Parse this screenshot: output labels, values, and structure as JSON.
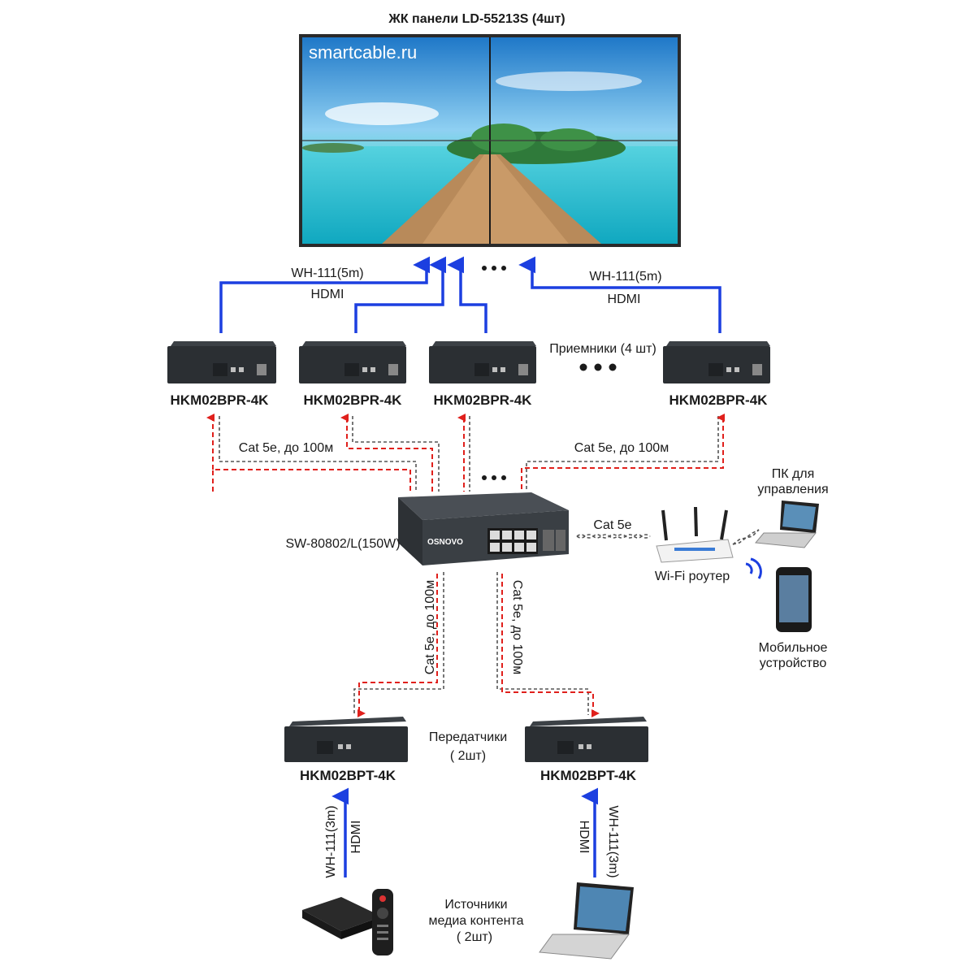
{
  "title": "ЖК панели LD-55213S (4шт)",
  "brand": "smartcable.ru",
  "top_links": {
    "left_cable": "WH-111(5m)",
    "left_signal": "HDMI",
    "right_cable": "WH-111(5m)",
    "right_signal": "HDMI"
  },
  "receivers": {
    "group_label": "Приемники (4 шт)",
    "items": [
      "HKM02BPR-4K",
      "HKM02BPR-4K",
      "HKM02BPR-4K",
      "HKM02BPR-4K"
    ]
  },
  "cat_links": {
    "left": "Cat 5e, до 100м",
    "right": "Cat 5e, до 100м",
    "down_left": "Cat 5e, до 100м",
    "down_right": "Cat 5e, до 100м",
    "router": "Cat 5e"
  },
  "switch": {
    "label": "SW-80802/L(150W)",
    "logo": "OSNOVO"
  },
  "router": {
    "label": "Wi-Fi роутер"
  },
  "pc": {
    "label_line1": "ПК для",
    "label_line2": "управления"
  },
  "mobile": {
    "label_line1": "Мобильное",
    "label_line2": "устройство"
  },
  "transmitters": {
    "group_label_line1": "Передатчики",
    "group_label_line2": "( 2шт)",
    "items": [
      "HKM02BPT-4K",
      "HKM02BPT-4K"
    ]
  },
  "bottom_links": {
    "left_cable": "WH-111(3m)",
    "left_signal": "HDMI",
    "right_cable": "WH-111(3m)",
    "right_signal": "HDMI"
  },
  "sources": {
    "label_line1": "Источники",
    "label_line2": "медиа контента",
    "label_line3": "( 2шт)"
  },
  "colors": {
    "hdmi_line": "#1c3fe0",
    "cat_line": "#e0201c",
    "device": "#2b2f33"
  }
}
